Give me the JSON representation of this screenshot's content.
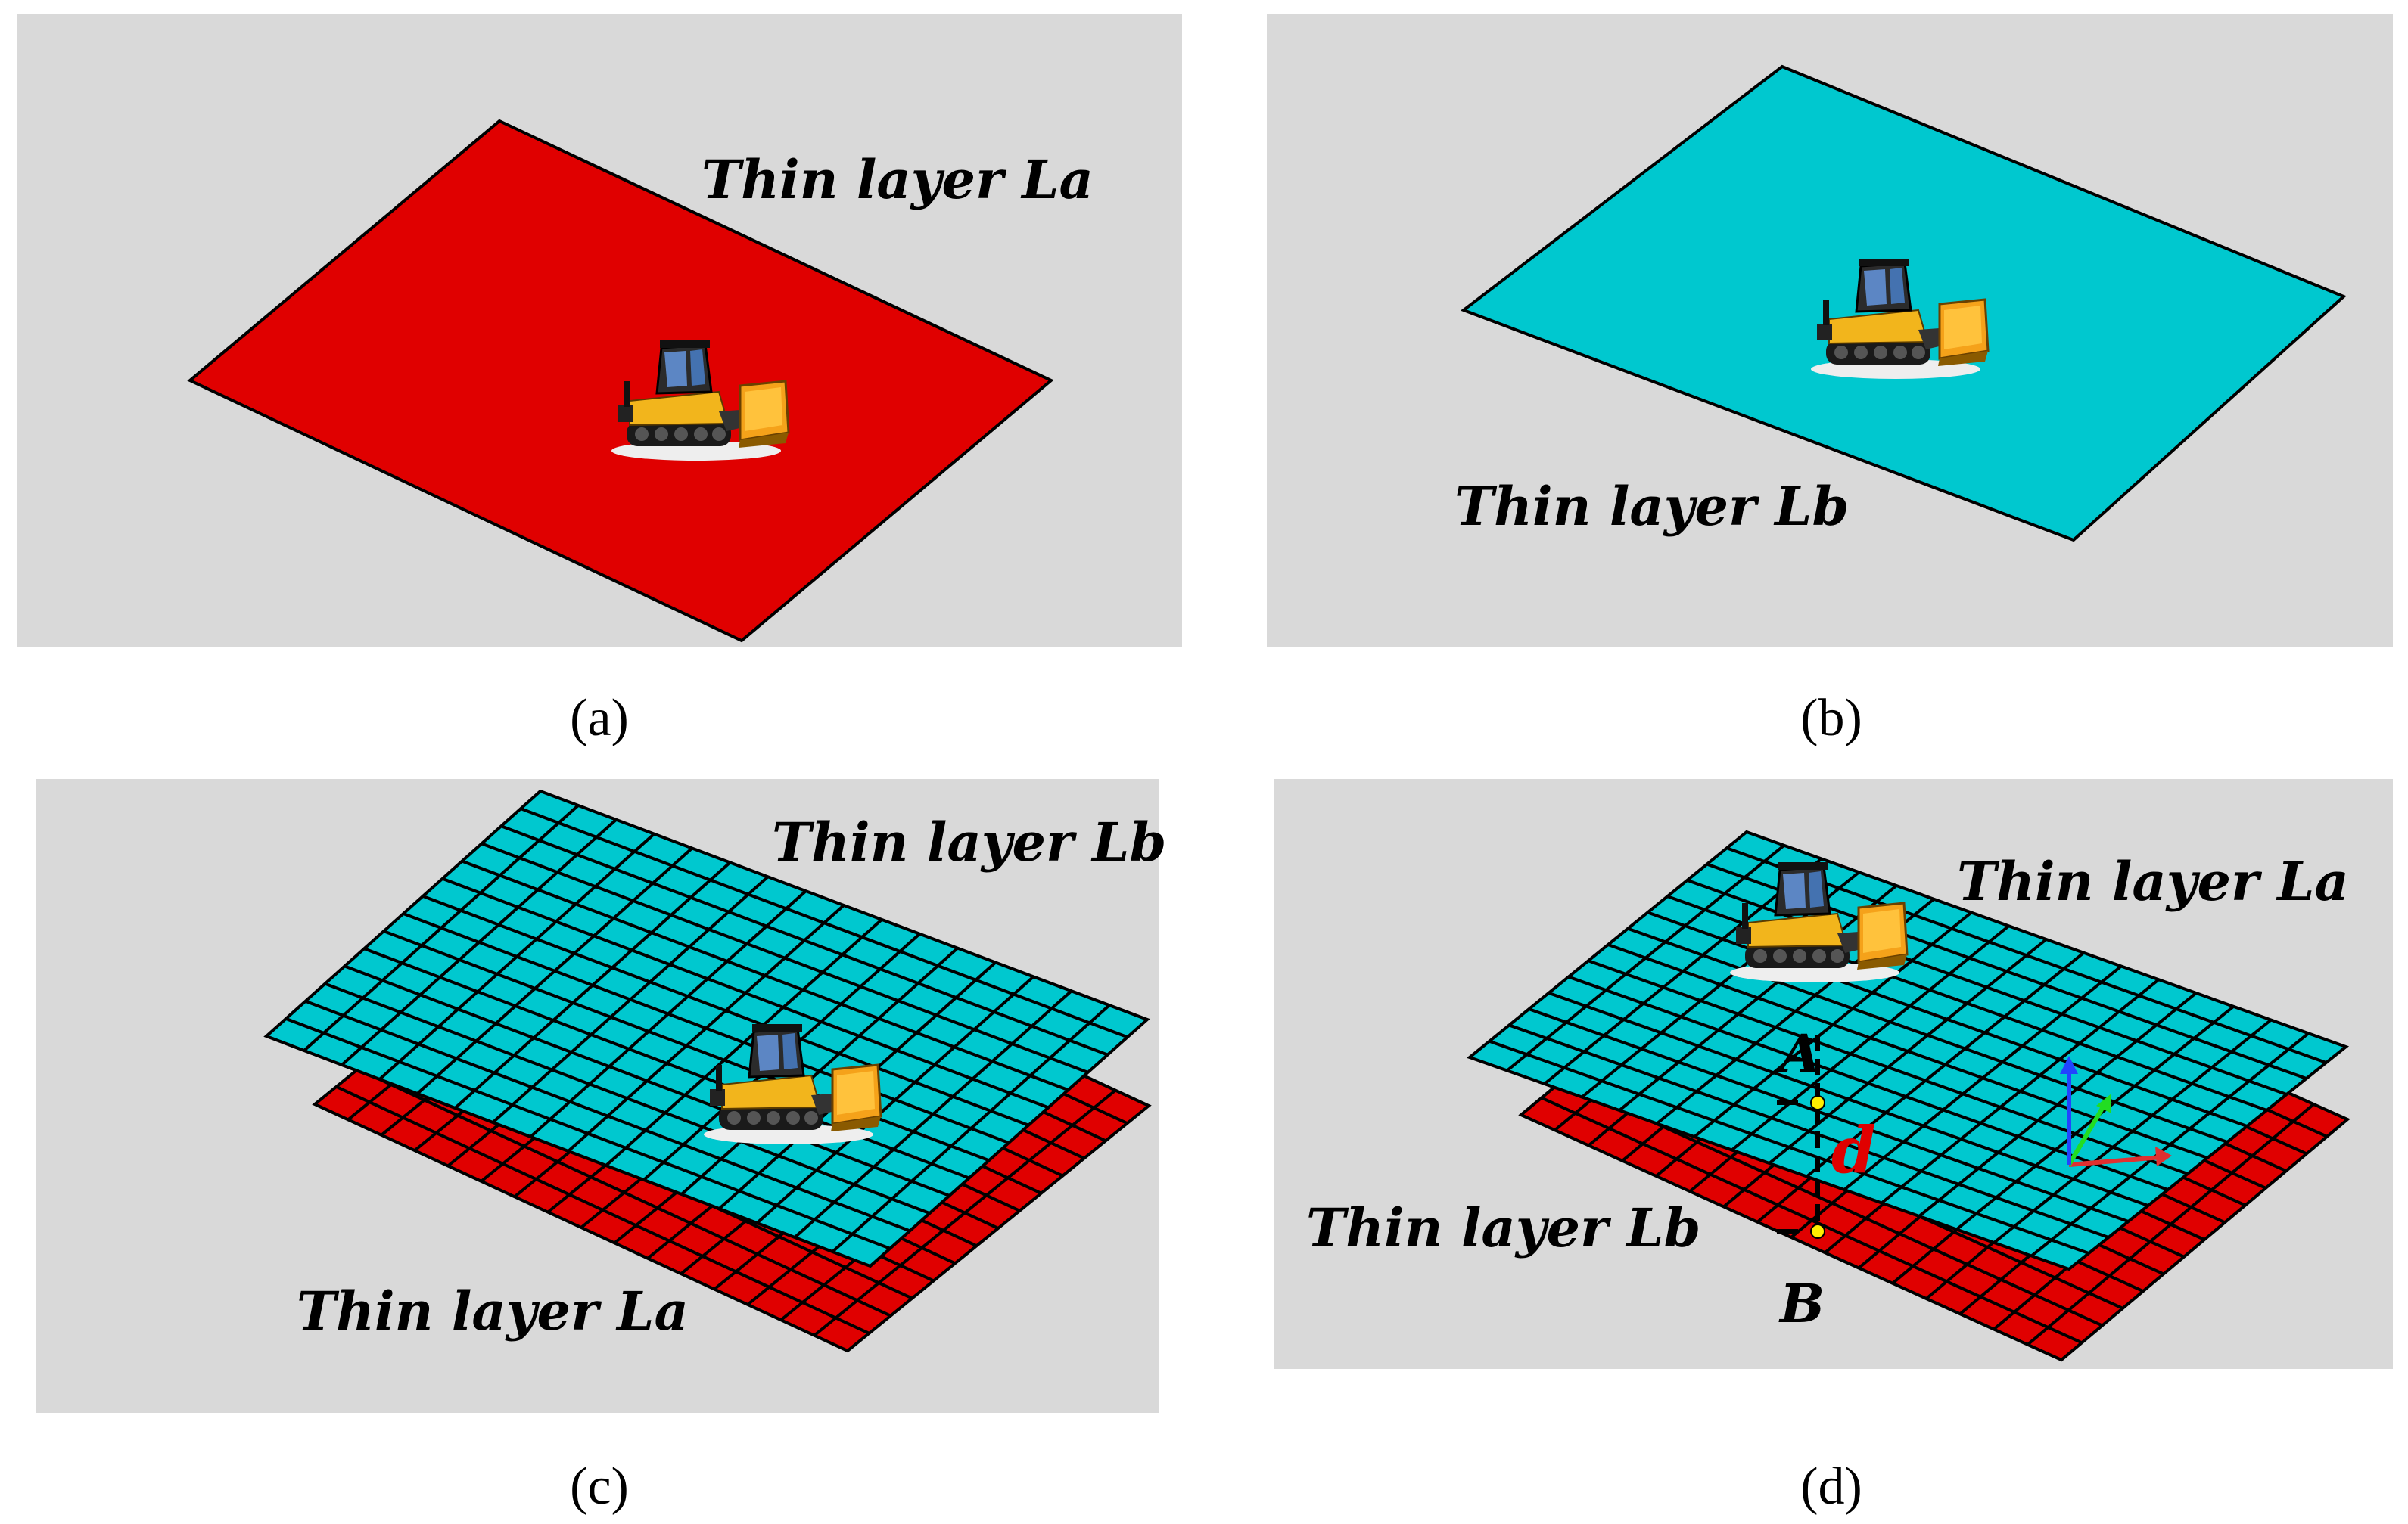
{
  "panels": {
    "a": {
      "caption": "(a)",
      "layer_label": "Thin layer La"
    },
    "b": {
      "caption": "(b)",
      "layer_label": "Thin layer Lb"
    },
    "c": {
      "caption": "(c)",
      "top_layer_label": "Thin layer Lb",
      "bottom_layer_label": "Thin layer La"
    },
    "d": {
      "caption": "(d)",
      "top_layer_label": "Thin layer La",
      "bottom_layer_label": "Thin layer Lb",
      "point_a": "A",
      "point_b": "B",
      "distance": "d"
    }
  },
  "colors": {
    "background_panel": "#d9d9d9",
    "layer_red": "#e00000",
    "layer_cyan": "#00c8cf",
    "grid": "#000000",
    "distance_label": "#e00000",
    "axis_x": "#e03030",
    "axis_y": "#22dd22",
    "axis_z": "#2244ff",
    "marker_yellow": "#ffee00"
  },
  "icons": {
    "vehicle": "bulldozer-icon",
    "axes": "coordinate-axes-icon"
  }
}
